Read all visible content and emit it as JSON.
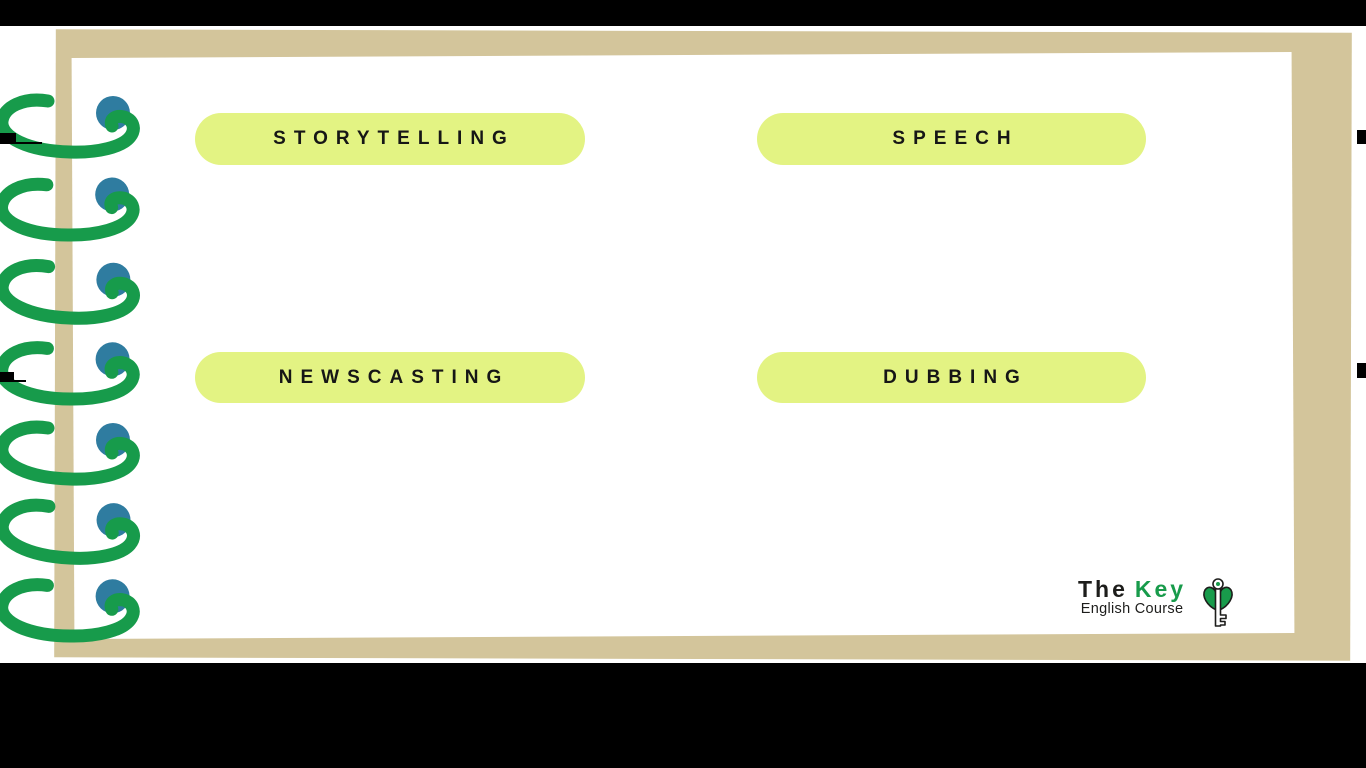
{
  "slide": {
    "background_color": "#000000",
    "board_color": "#D3C59B",
    "paper_color": "#FFFFFF",
    "pill_color": "#E3F383",
    "pill_text_color": "#161616"
  },
  "topics": [
    {
      "label": "STORYTELLING"
    },
    {
      "label": "SPEECH"
    },
    {
      "label": "NEWSCASTING"
    },
    {
      "label": "DUBBING"
    }
  ],
  "spiral": {
    "ring_count": 7,
    "ring_color": "#179B4B",
    "hole_color": "#2F7CA0"
  },
  "logo": {
    "brand_first": "The",
    "brand_second": "Key",
    "subtitle": "English Course",
    "brand_dark_color": "#1D1D1B",
    "brand_green_color": "#189B4B",
    "icon": "key-icon"
  }
}
